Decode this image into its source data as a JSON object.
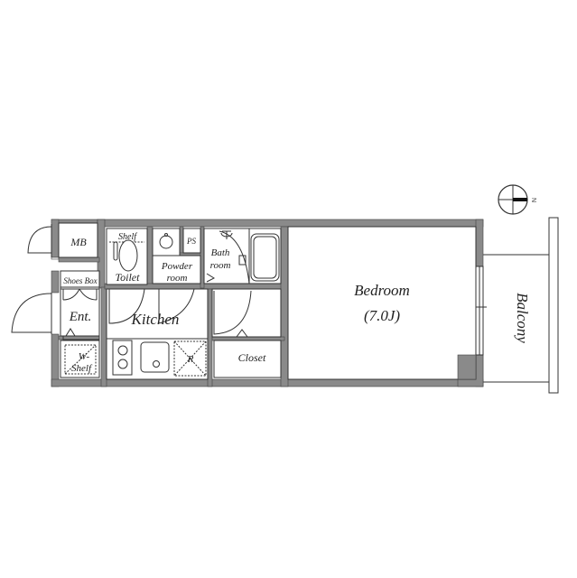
{
  "floorplan": {
    "compass": {
      "label": "N"
    },
    "rooms": {
      "mb": "MB",
      "shoes_box": "Shoes Box",
      "entrance": "Ent.",
      "w_shelf_line1": "W-",
      "w_shelf_line2": "Shelf",
      "toilet": "Toilet",
      "toilet_shelf": "Shelf",
      "powder_line1": "Powder",
      "powder_line2": "room",
      "ps": "PS",
      "bath_line1": "Bath",
      "bath_line2": "room",
      "kitchen": "Kitchen",
      "refrigerator": "R",
      "closet": "Closet",
      "bedroom": "Bedroom",
      "bedroom_size": "(7.0J)",
      "balcony": "Balcony"
    },
    "colors": {
      "wall": "#8a8a8a",
      "line": "#333333",
      "background": "#ffffff"
    }
  }
}
